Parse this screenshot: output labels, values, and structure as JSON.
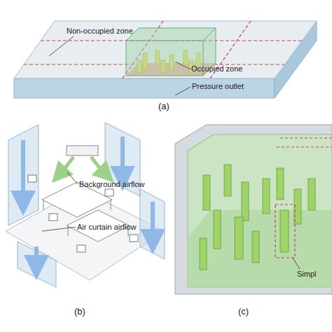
{
  "diagram": {
    "labels": [
      "Non-occupied zone",
      "Occupied zone",
      "Pressure outlet",
      "(a)",
      "Background airflow",
      "Air curtain airflow",
      "(b)",
      "Simpl",
      "(c)"
    ]
  }
}
